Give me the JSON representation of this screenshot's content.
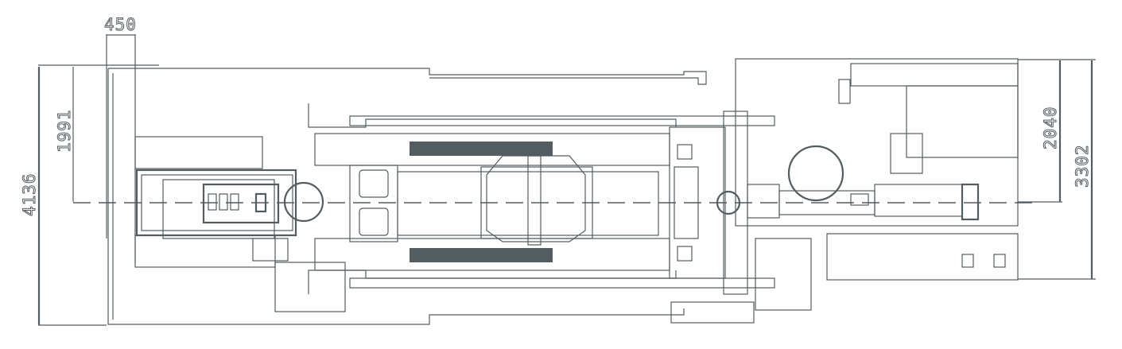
{
  "drawing": {
    "title": "Machine layout plan view",
    "dimensions": {
      "top_width": "450",
      "left_upper": "1991",
      "left_total": "4136",
      "right_upper": "2040",
      "right_total": "3302"
    },
    "line_color": "#535c61"
  }
}
